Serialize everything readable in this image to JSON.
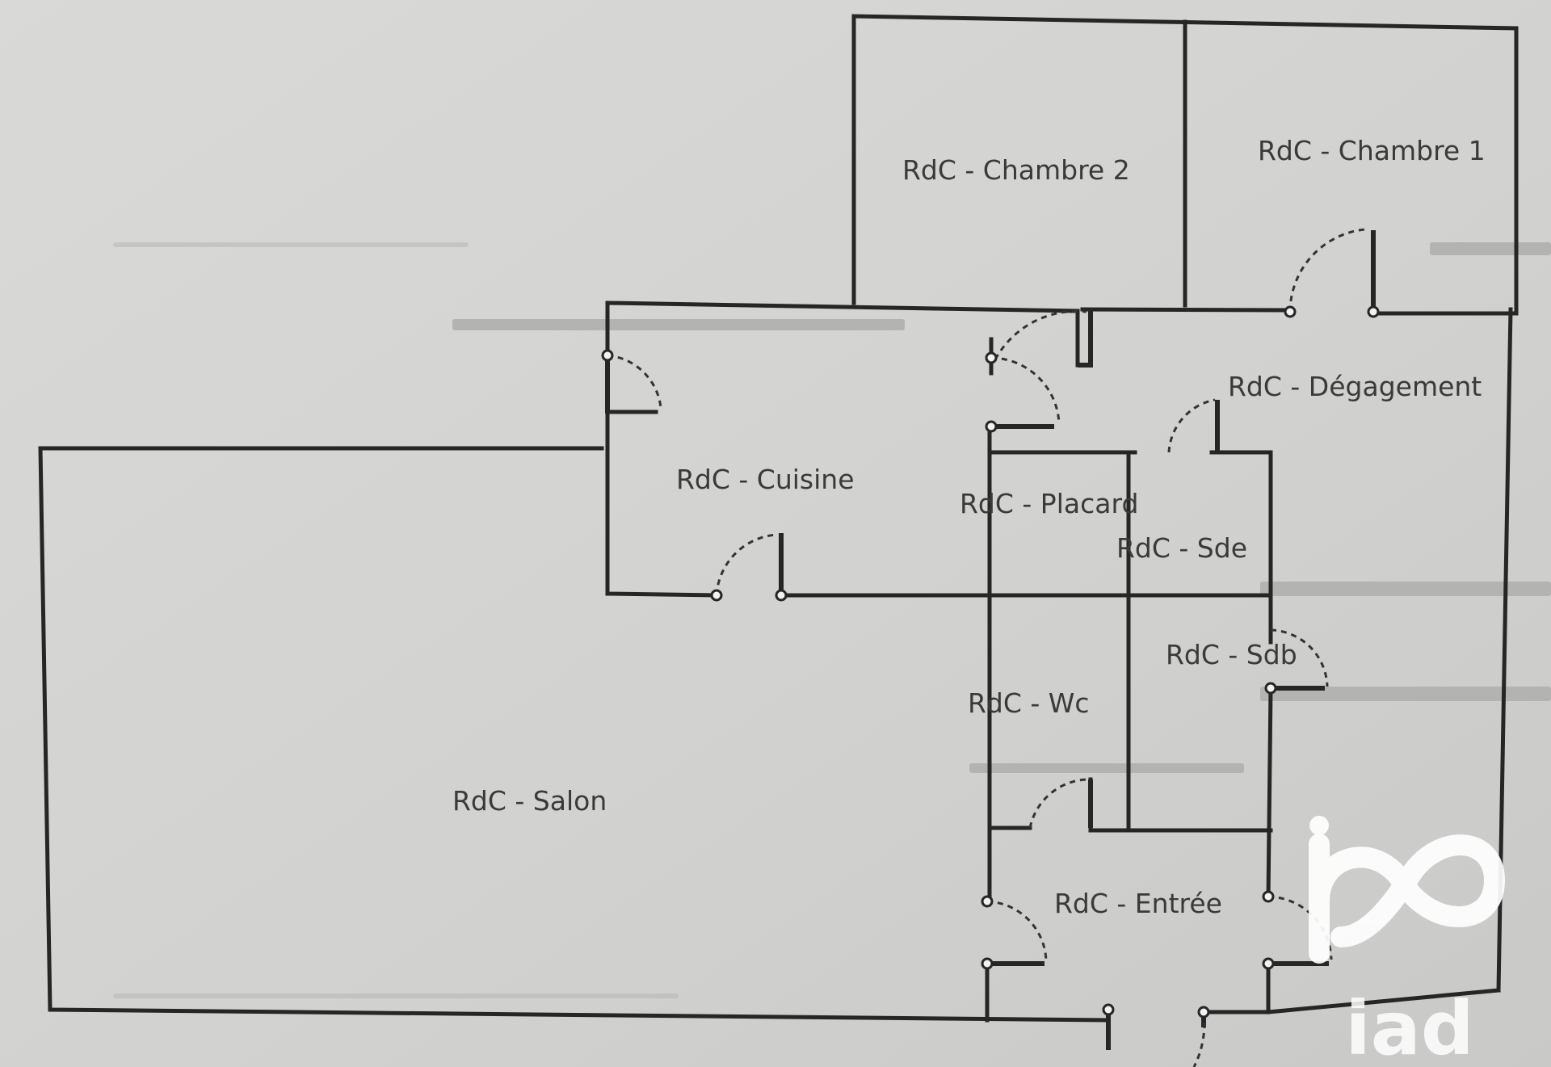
{
  "rooms": {
    "chambre2": "RdC - Chambre 2",
    "chambre1": "RdC - Chambre 1",
    "degagement": "RdC - Dégagement",
    "cuisine": "RdC - Cuisine",
    "placard": "RdC - Placard",
    "sde": "RdC - Sde",
    "sdb": "RdC - Sdb",
    "wc": "RdC - Wc",
    "salon": "RdC - Salon",
    "entree": "RdC - Entrée"
  },
  "watermark": {
    "brand": "iad"
  },
  "colors": {
    "paper": "#d4d4d2",
    "wall": "#262626",
    "label": "#3a3a3a",
    "logo": "#ffffff"
  }
}
